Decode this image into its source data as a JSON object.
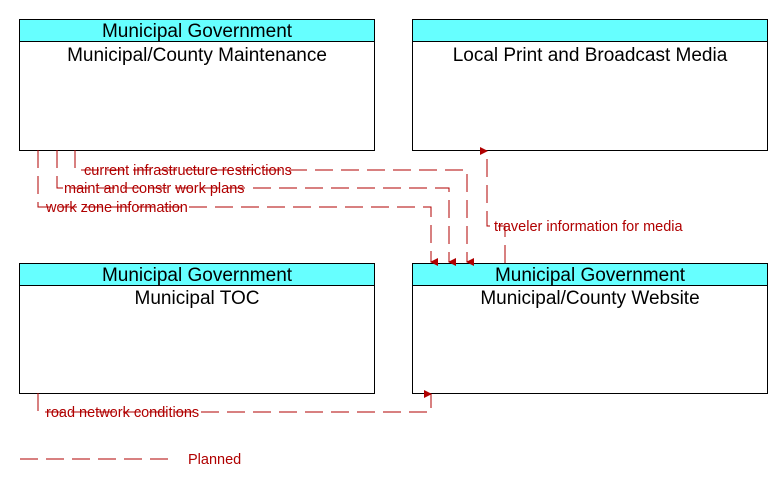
{
  "colors": {
    "header_fill": "#66ffff",
    "flow": "#b00000",
    "border": "#000000"
  },
  "nodes": {
    "maintenance": {
      "owner": "Municipal Government",
      "name": "Municipal/County Maintenance"
    },
    "media": {
      "owner": "",
      "name": "Local Print and Broadcast Media"
    },
    "toc": {
      "owner": "Municipal Government",
      "name": "Municipal TOC"
    },
    "website": {
      "owner": "Municipal Government",
      "name": "Municipal/County Website"
    }
  },
  "flows": {
    "current_infrastructure_restrictions": "current infrastructure restrictions",
    "maint_and_constr_work_plans": "maint and constr work plans",
    "work_zone_information": "work zone information",
    "traveler_information_for_media": "traveler information for media",
    "road_network_conditions": "road network conditions"
  },
  "legend": {
    "planned": "Planned"
  }
}
